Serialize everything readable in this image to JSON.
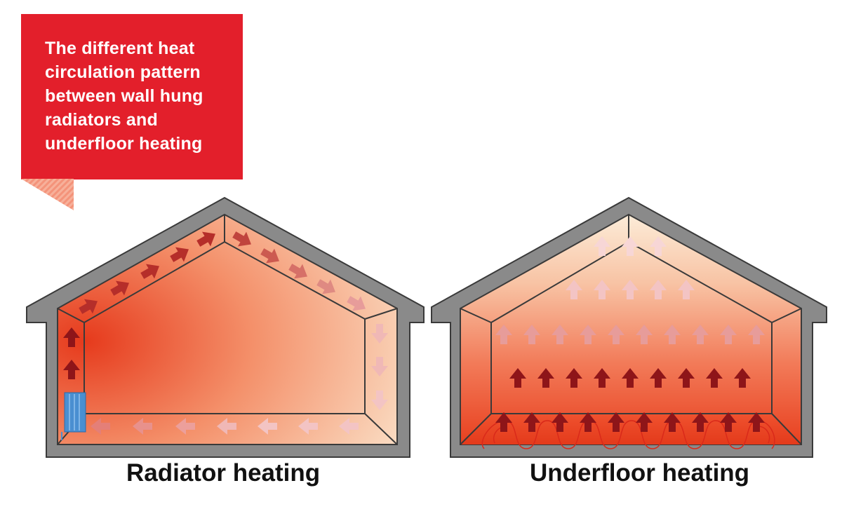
{
  "callout": {
    "lines": [
      "The different heat",
      "circulation pattern",
      "between wall hung",
      "radiators and",
      "underfloor heating"
    ]
  },
  "panels": [
    {
      "id": "radiator",
      "caption": "Radiator heating",
      "heat_source": "radiator-icon"
    },
    {
      "id": "underfloor",
      "caption": "Underfloor heating",
      "heat_source": "floor-coil-icon"
    }
  ],
  "colors": {
    "callout_red": "#e31f2b",
    "wall_grey": "#8a8a8a",
    "outline": "#3a3a3a",
    "arrow_dark": "#8e1519",
    "arrow_mid": "#c0443e",
    "arrow_light": "#e79c9a",
    "arrow_faint": "#f3c4c4",
    "radiator_blue": "#4a8fd1",
    "heat_orange": "#ea4522",
    "warm_cream": "#fbe4c6"
  }
}
